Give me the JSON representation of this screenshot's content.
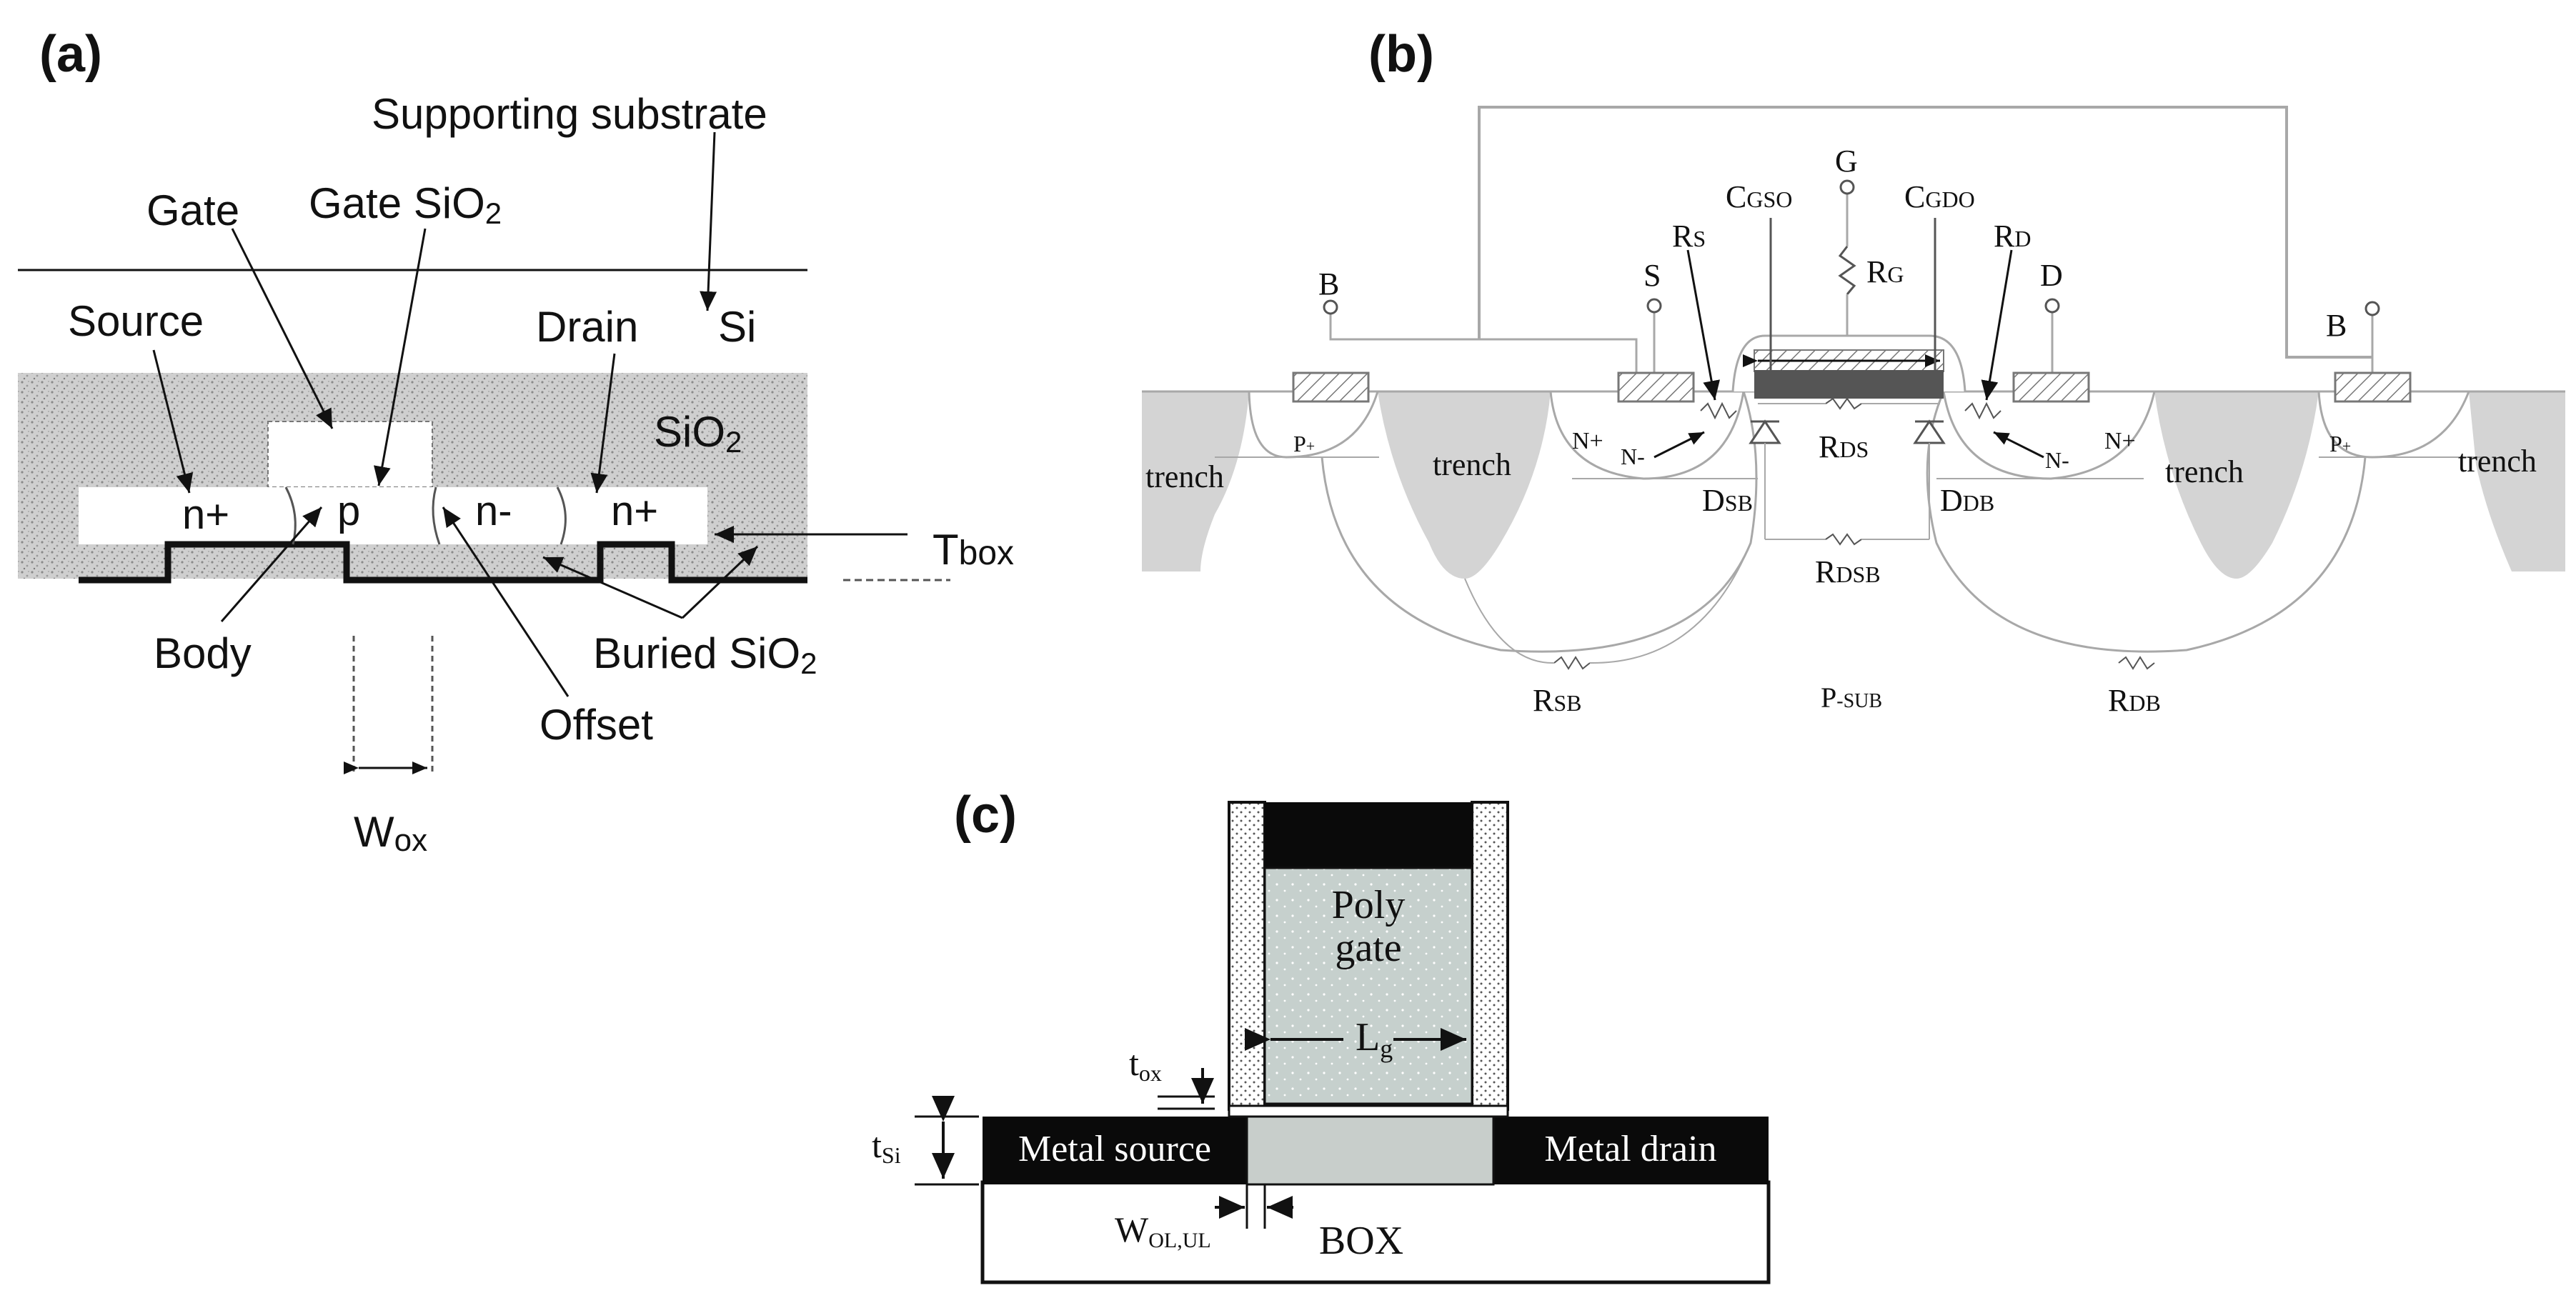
{
  "panel_a": {
    "panel_label": "(a)",
    "supporting_substrate": "Supporting substrate",
    "gate": "Gate",
    "gate_sio2": "Gate SiO",
    "gate_sio2_sub": "2",
    "source": "Source",
    "drain": "Drain",
    "si": "Si",
    "sio2": "SiO",
    "sio2_sub": "2",
    "n_plus_left": "n+",
    "p": "p",
    "n_minus": "n-",
    "n_plus_right": "n+",
    "t": "T",
    "box_sub": "box",
    "body": "Body",
    "buried_sio2": "Buried SiO",
    "buried_sio2_sub": "2",
    "offset": "Offset",
    "w": "W",
    "ox_sub": "ox"
  },
  "panel_b": {
    "panel_label": "(b)",
    "g": "G",
    "c_gso": "C",
    "c_gso_sub": "GSO",
    "c_gdo": "C",
    "c_gdo_sub": "GDO",
    "r_s": "R",
    "r_s_sub": "S",
    "r_g": "R",
    "r_g_sub": "G",
    "r_d": "R",
    "r_d_sub": "D",
    "b_left": "B",
    "s": "S",
    "d": "D",
    "b_right": "B",
    "trench_1": "trench",
    "trench_2": "trench",
    "trench_3": "trench",
    "trench_4": "trench",
    "p_plus_left": "P",
    "p_plus_right": "P",
    "plus": "+",
    "n_plus_left": "N+",
    "n_minus_left": "N-",
    "n_plus_right": "N+",
    "n_minus_right": "N-",
    "r_ds": "R",
    "r_ds_sub": "DS",
    "d_sb": "D",
    "d_sb_sub": "SB",
    "d_db": "D",
    "d_db_sub": "DB",
    "r_dsb": "R",
    "r_dsb_sub": "DSB",
    "r_sb": "R",
    "r_sb_sub": "SB",
    "p_sub": "P",
    "p_sub_sub": "-SUB",
    "r_db": "R",
    "r_db_sub": "DB"
  },
  "panel_c": {
    "panel_label": "(c)",
    "poly": "Poly",
    "gate": "gate",
    "l": "L",
    "g_sub": "g",
    "t_ox": "t",
    "ox_sub": "ox",
    "t_si": "t",
    "si_sub": "Si",
    "metal_source": "Metal source",
    "metal_drain": "Metal drain",
    "w": "W",
    "ol_ul_sub": "OL,UL",
    "box": "BOX"
  },
  "colors": {
    "ink": "#111111",
    "line_gray": "#a8a8a8",
    "trench_fill": "#d4d4d4",
    "oxide_fill": "#c9c9c9",
    "metal_black": "#0a0a0a",
    "poly_fill": "#c6d0cd",
    "channel_fill": "#c8cecb",
    "gate_bar": "#555555"
  }
}
